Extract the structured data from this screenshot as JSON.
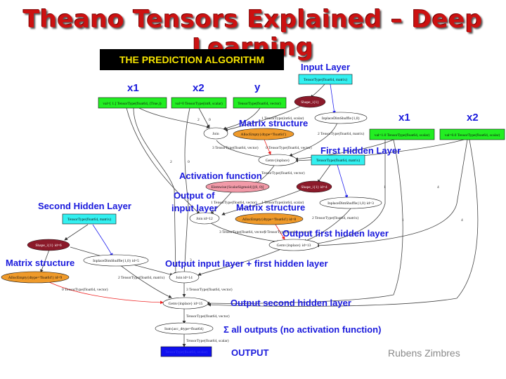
{
  "title": "Theano Tensors Explained – Deep Learning",
  "banner": "THE PREDICTION ALGORITHM",
  "author": "Rubens Zimbres",
  "annotations": {
    "x1_top": "x1",
    "x2_top": "x2",
    "y": "y",
    "input_layer": "Input Layer",
    "matrix_structure_1": "Matrix structure",
    "x1_right": "x1",
    "x2_right": "x2",
    "first_hidden_layer": "First Hidden Layer",
    "activation_function": "Activation function",
    "output_of": "Output of",
    "input_layer_2": "input layer",
    "matrix_structure_2": "Matrix structure",
    "second_hidden_layer": "Second Hidden Layer",
    "output_first_hidden": "Output first hidden layer",
    "matrix_structure_3": "Matrix structure",
    "output_input_plus_first": "Output input layer + first hidden layer",
    "output_second_hidden": "Output second hidden layer",
    "sum_all_outputs": "Σ all outputs (no activation function)",
    "output": "OUTPUT"
  },
  "nodes": {
    "n_x1": "val=[ 1.] TensorType(float64, (True,))",
    "n_x2": "val=0 TensorType(int8, scalar)",
    "n_y": "TensorType(float64, vector)",
    "n_input": "TensorType(float64, matrix)",
    "n_shape1": "Shape_i{1}",
    "n_inplace1": "InplaceDimShuffle{1,0}",
    "n_join1": "Join",
    "n_alloc1": "AllocEmpty{dtype='float64'}",
    "n_gemv1": "Gemv{inplace}",
    "n_x1b": "val=1.0 TensorType(float64, scalar)",
    "n_x2b": "val=0.0 TensorType(float64, scalar)",
    "n_hidden1": "TensorType(float64, matrix)",
    "n_elemwise": "Elemwise{ScalarSigmoid}[(0, 0)]",
    "n_shape2": "Shape_i{1} id=4",
    "n_inplace2": "InplaceDimShuffle{1,0} id=3",
    "n_join2": "Join id=12",
    "n_alloc2": "AllocEmpty{dtype='float64'} id=8",
    "n_gemv2": "Gemv{inplace} id=13",
    "n_hidden2": "TensorType(float64, matrix)",
    "n_shape3": "Shape_i{1} id=6",
    "n_inplace3": "InplaceDimShuffle{1,0} id=5",
    "n_join3": "Join id=14",
    "n_alloc3": "AllocEmpty{dtype='float64'} id=9",
    "n_gemv3": "Gemv{inplace} id=15",
    "n_sum": "Sum{acc_dtype=float64}",
    "n_out": "TensorType(float64, scalar)"
  },
  "edges": {
    "e1": "2",
    "e2": "0",
    "e3": "1 TensorType(int64, scalar)",
    "e4": "2 TensorType(float64, matrix)",
    "e5": "3 TensorType(float64, vector)",
    "e6": "0 TensorType(float64, vector)",
    "e7": "TensorType(float64, vector)",
    "e8": "1 TensorType(float64, vector)",
    "e9": "2 TensorType(float64, matrix)",
    "e10": "3 TensorType(float64, vector)",
    "e11": "0 TensorType(float64, vector)",
    "e12": "2 TensorType(float64, matrix)",
    "e13": "0 TensorType(float64, vector)",
    "e14": "3 TensorType(float64, vector)",
    "e15": "TensorType(float64, vector)",
    "e16": "TensorType(float64, scalar)",
    "e17": "2",
    "e18": "0",
    "e19": "1",
    "e20": "1",
    "e21": "4",
    "e22": "4",
    "e23": "3",
    "e24": "1 TensorType(int64, scalar)"
  },
  "colors": {
    "title": "#cc1111",
    "annotation": "#1a1adc",
    "green_node": "#22ee22",
    "cyan_node": "#33f0f0",
    "dark_red_node": "#8b1a2a",
    "orange_node": "#ef9a2a",
    "pink_node": "#f29aa8",
    "output_node": "#1010ee",
    "banner_bg": "#000000",
    "banner_text": "#f5e300"
  }
}
